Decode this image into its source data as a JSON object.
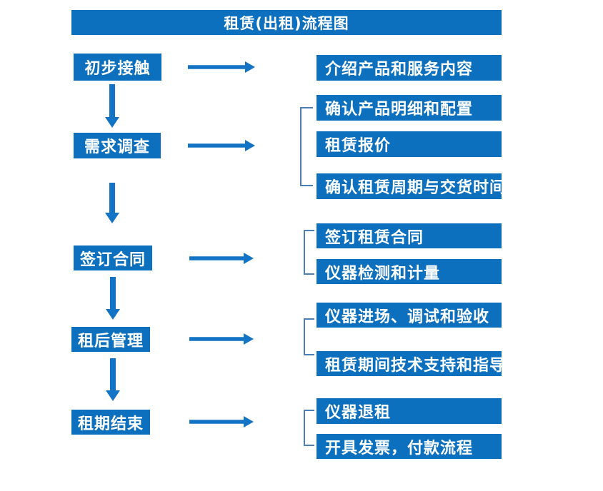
{
  "title": "租赁(出租)流程图",
  "colors": {
    "primary_blue": "#0d70be",
    "arrow_blue": "#1373c4",
    "bracket_blue": "#4b7fb5",
    "text_white": "#ffffff",
    "background": "#ffffff"
  },
  "steps": [
    {
      "label": "初步接触",
      "details": [
        "介绍产品和服务内容"
      ]
    },
    {
      "label": "需求调查",
      "details": [
        "确认产品明细和配置",
        "租赁报价",
        "确认租赁周期与交货时间"
      ]
    },
    {
      "label": "签订合同",
      "details": [
        "签订租赁合同",
        "仪器检测和计量"
      ]
    },
    {
      "label": "租后管理",
      "details": [
        "仪器进场、调试和验收",
        "租赁期间技术支持和指导"
      ]
    },
    {
      "label": "租期结束",
      "details": [
        "仪器退租",
        "开具发票，付款流程"
      ]
    }
  ]
}
